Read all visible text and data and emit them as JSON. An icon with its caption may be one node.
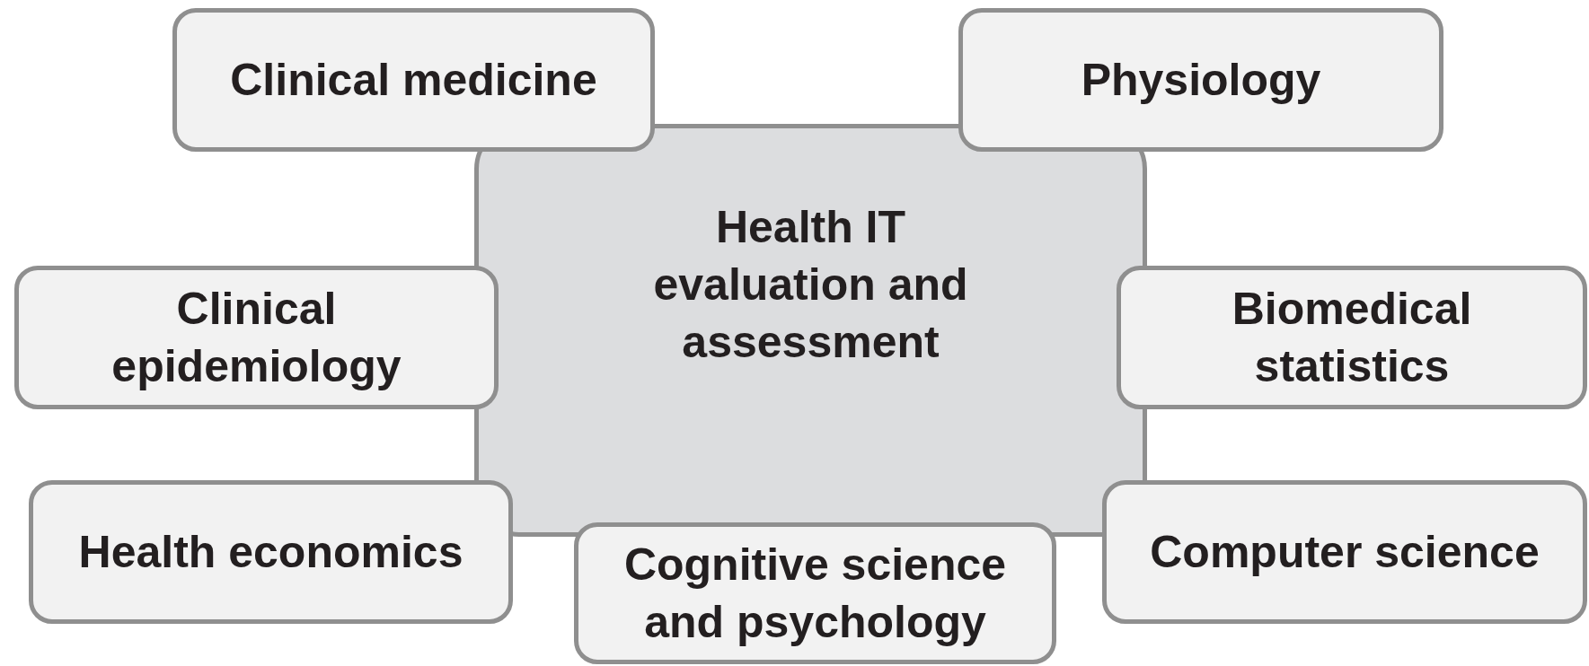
{
  "diagram": {
    "nodes": [
      {
        "text": [
          "Clinical medicine"
        ]
      },
      {
        "text": [
          "Physiology"
        ]
      },
      {
        "text": [
          "Health IT evaluation and assessment"
        ]
      },
      {
        "text": [
          "Clinical epidemiology"
        ]
      },
      {
        "text": [
          "Biomedical statistics"
        ]
      },
      {
        "text": [
          "Health economics"
        ]
      },
      {
        "text": [
          "Computer science"
        ]
      },
      {
        "text": [
          "Cognitive science and psychology"
        ]
      }
    ]
  }
}
